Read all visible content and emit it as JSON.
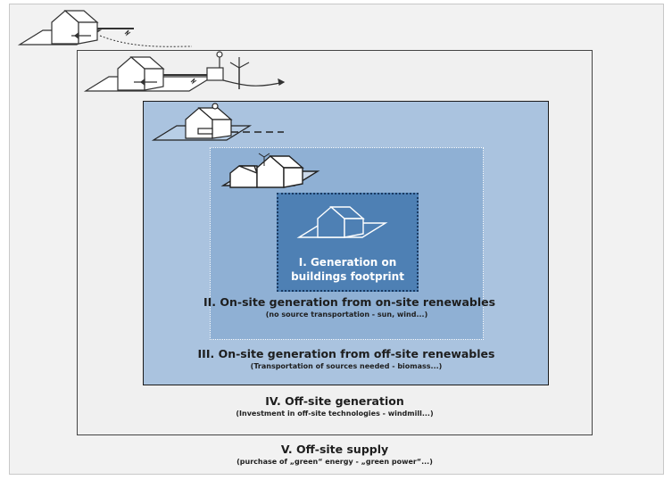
{
  "levels": [
    {
      "id": "I",
      "title": "I. Generation on buildings footprint"
    },
    {
      "id": "II",
      "title": "II. On-site generation from on-site renewables",
      "subtitle": "(no source transportation - sun, wind...)"
    },
    {
      "id": "III",
      "title": "III. On-site generation from off-site renewables",
      "subtitle": "(Transportation of sources needed - biomass...)"
    },
    {
      "id": "IV",
      "title": "IV. Off-site generation",
      "subtitle": "(Investment in off-site technologies - windmill...)"
    },
    {
      "id": "V",
      "title": "V. Off-site supply",
      "subtitle": "(purchase of „green“ energy - „green power“...)"
    }
  ],
  "colors": {
    "level_I_fill": "#4e80b4",
    "level_II_fill": "#8fb0d4",
    "level_III_fill": "#aac3df",
    "level_IV_fill": "#f0f0f0",
    "outer_fill": "#f2f2f2"
  },
  "icons": [
    "house-grid-icon",
    "house-wind-turbine-icon",
    "house-fuel-supply-icon",
    "house-with-annex-icon",
    "house-footprint-icon"
  ]
}
